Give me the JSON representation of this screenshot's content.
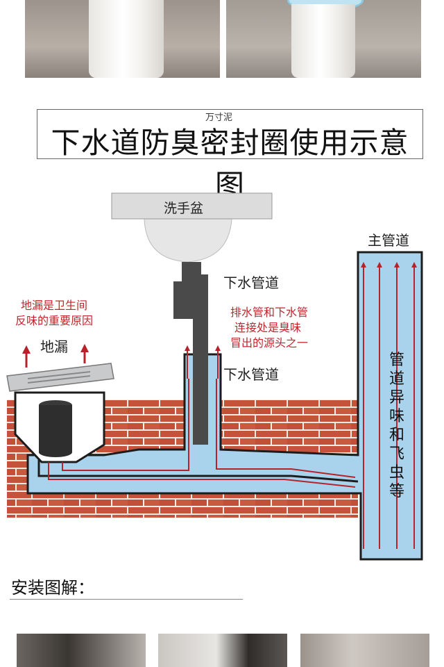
{
  "watermark": "万寸泥",
  "title": "下水道防臭密封圈使用示意图",
  "diagram": {
    "basin_label": "洗手盆",
    "main_pipe_label": "主管道",
    "drain_pipe_label_upper": "下水管道",
    "drain_pipe_label_lower": "下水管道",
    "floor_drain_label": "地漏",
    "note_left": [
      "地漏是卫生间",
      "反味的重要原因"
    ],
    "note_center": [
      "排水管和下水管",
      "连接处是臭味",
      "冒出的源头之一"
    ],
    "vertical_note": [
      "管",
      "道",
      "异",
      "味",
      "和",
      "飞",
      "虫",
      "等"
    ],
    "colors": {
      "brick": "#c5533a",
      "mortar": "#f2ece6",
      "water": "#a9d3ec",
      "pipe_outline": "#1c1c1c",
      "arrow_red": "#b5222a",
      "note_red": "#c0252c"
    }
  },
  "install_heading": "安装图解："
}
